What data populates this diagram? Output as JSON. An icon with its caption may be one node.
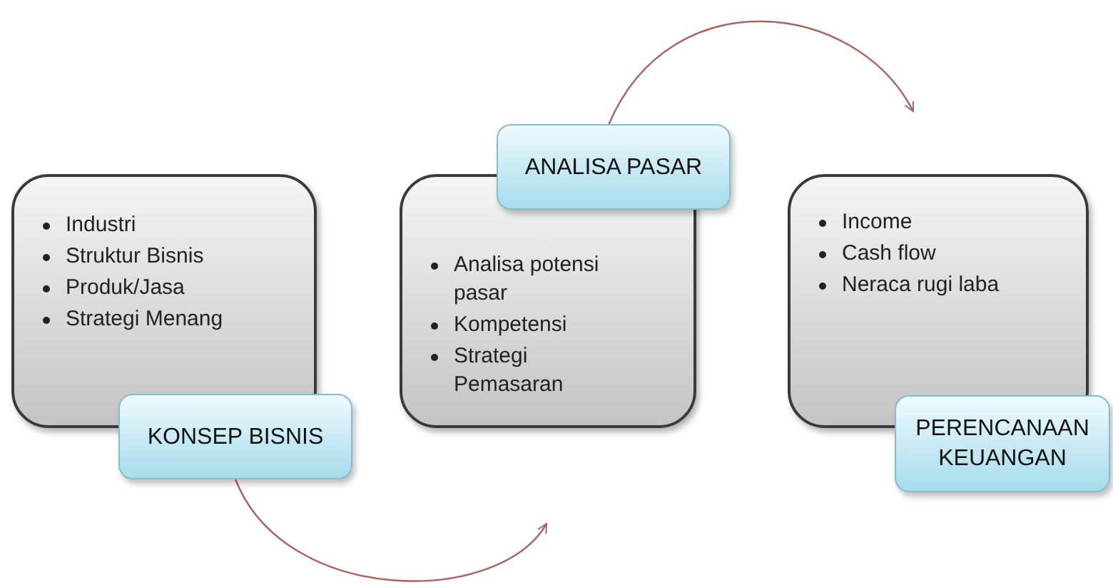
{
  "diagram": {
    "nodes": [
      {
        "text": [
          "Industri",
          "Struktur Bisnis",
          "Produk/Jasa",
          "Strategi Menang"
        ]
      },
      {
        "text": [
          "KONSEP BISNIS"
        ]
      },
      {
        "text": [
          "ANALISA PASAR"
        ]
      },
      {
        "text": [
          "Analisa potensi pasar",
          "Kompetensi",
          "Strategi Pemasaran"
        ]
      },
      {
        "text": [
          "Income",
          "Cash flow",
          "Neraca rugi laba"
        ]
      },
      {
        "text": [
          "PERENCANAAN KEUANGAN"
        ]
      }
    ],
    "edges": [
      {
        "from": 1,
        "to": null,
        "arrow": "to"
      },
      {
        "from": 2,
        "to": null,
        "arrow": "to"
      }
    ]
  }
}
